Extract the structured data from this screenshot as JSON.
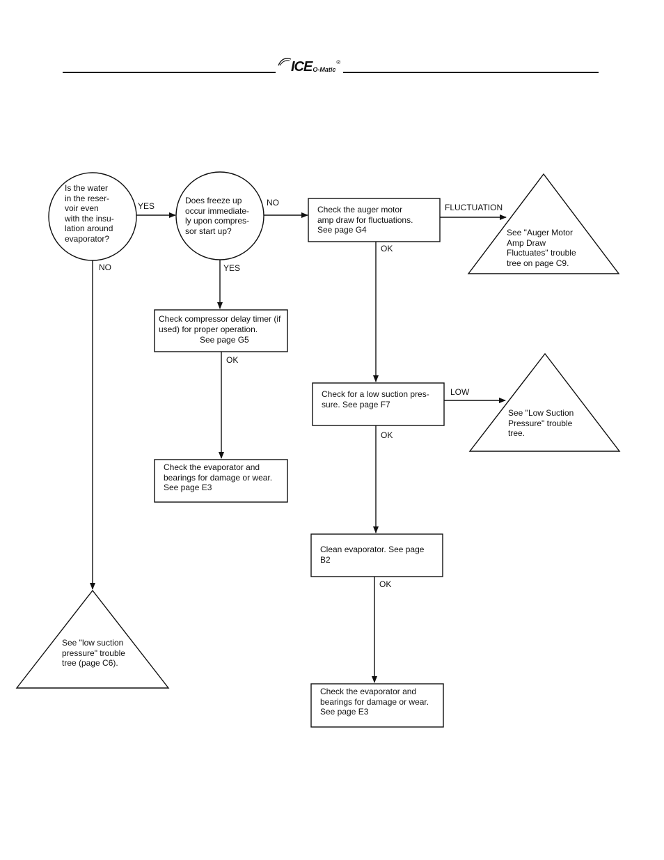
{
  "header": {
    "logo_main": "ICE",
    "logo_sub": "O-Matic",
    "logo_reg": "®"
  },
  "nodes": {
    "q_water_level": "Is the water\nin the reser-\nvoir even\nwith the insu-\nlation around\nevaporator?",
    "q_freeze_up": "Does freeze up\noccur immediate-\nly upon compres-\nsor start up?",
    "check_auger_amp": "Check the  auger motor\namp draw for fluctuations.\nSee page G4",
    "see_auger_tree": "See \"Auger Motor\nAmp Draw\nFluctuates\" trouble\ntree on page C9.",
    "check_delay_timer_line1": "Check compressor delay timer (if\nused) for proper operation.",
    "check_delay_timer_line2": "See page G5",
    "check_evap_bearings_1": "Check the evaporator and\nbearings for damage or wear.\nSee page E3",
    "check_suction": "Check for a low suction pres-\nsure. See page F7",
    "see_low_suction_tree": "See \"Low Suction\nPressure\" trouble\ntree.",
    "clean_evaporator": "Clean evaporator. See page\nB2",
    "check_evap_bearings_2": "Check the evaporator and\nbearings for damage or wear.\nSee page E3",
    "see_low_suction_c6": "See \"low suction\npressure\" trouble\ntree (page C6)."
  },
  "edges": {
    "water_yes": "YES",
    "water_no": "NO",
    "freeze_no": "NO",
    "freeze_yes": "YES",
    "auger_fluct": "FLUCTUATION",
    "auger_ok": "OK",
    "timer_ok": "OK",
    "suction_low": "LOW",
    "suction_ok": "OK",
    "clean_ok": "OK"
  }
}
